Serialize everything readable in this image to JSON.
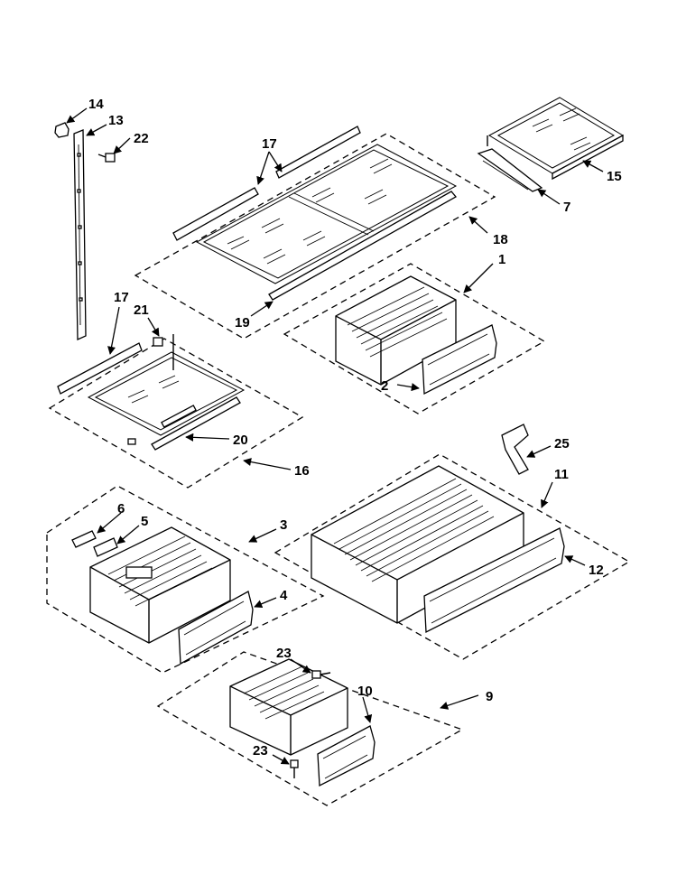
{
  "diagram": {
    "callouts": [
      {
        "id": "c14",
        "label": "14"
      },
      {
        "id": "c13",
        "label": "13"
      },
      {
        "id": "c22",
        "label": "22"
      },
      {
        "id": "c17a",
        "label": "17"
      },
      {
        "id": "c15",
        "label": "15"
      },
      {
        "id": "c7",
        "label": "7"
      },
      {
        "id": "c18",
        "label": "18"
      },
      {
        "id": "c1",
        "label": "1"
      },
      {
        "id": "c19",
        "label": "19"
      },
      {
        "id": "c17b",
        "label": "17"
      },
      {
        "id": "c21",
        "label": "21"
      },
      {
        "id": "c2",
        "label": "2"
      },
      {
        "id": "c20",
        "label": "20"
      },
      {
        "id": "c16",
        "label": "16"
      },
      {
        "id": "c25",
        "label": "25"
      },
      {
        "id": "c11",
        "label": "11"
      },
      {
        "id": "c6",
        "label": "6"
      },
      {
        "id": "c5",
        "label": "5"
      },
      {
        "id": "c3",
        "label": "3"
      },
      {
        "id": "c12",
        "label": "12"
      },
      {
        "id": "c4",
        "label": "4"
      },
      {
        "id": "c23a",
        "label": "23"
      },
      {
        "id": "c10",
        "label": "10"
      },
      {
        "id": "c9",
        "label": "9"
      },
      {
        "id": "c23b",
        "label": "23"
      }
    ]
  }
}
